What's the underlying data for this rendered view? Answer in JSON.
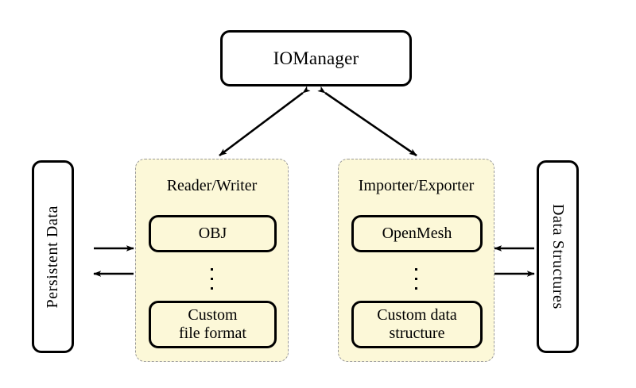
{
  "diagram": {
    "title_node": {
      "label": "IOManager"
    },
    "left_endpoint": {
      "label": "Persistent Data"
    },
    "right_endpoint": {
      "label": "Data Structures"
    },
    "panels": [
      {
        "title": "Reader/Writer",
        "items": [
          {
            "line1": "OBJ",
            "line2": ""
          },
          {
            "line1": "Custom",
            "line2": "file format"
          }
        ],
        "ellipsis": "⋮"
      },
      {
        "title": "Importer/Exporter",
        "items": [
          {
            "line1": "OpenMesh",
            "line2": ""
          },
          {
            "line1": "Custom data",
            "line2": "structure"
          }
        ],
        "ellipsis": "⋮"
      }
    ],
    "connections": [
      {
        "name": "iomanager-to-reader-writer",
        "style": "double-headed-diagonal"
      },
      {
        "name": "iomanager-to-importer-exporter",
        "style": "double-headed-diagonal"
      },
      {
        "name": "persistent-data-to-reader-writer",
        "style": "arrow-right"
      },
      {
        "name": "reader-writer-to-persistent-data",
        "style": "arrow-left"
      },
      {
        "name": "data-structures-to-importer-exporter",
        "style": "arrow-left"
      },
      {
        "name": "importer-exporter-to-data-structures",
        "style": "arrow-right"
      }
    ],
    "colors": {
      "panel_fill": "#fcf8d8",
      "panel_border": "#9a9a9a",
      "node_border": "#000000",
      "background": "#ffffff"
    }
  }
}
